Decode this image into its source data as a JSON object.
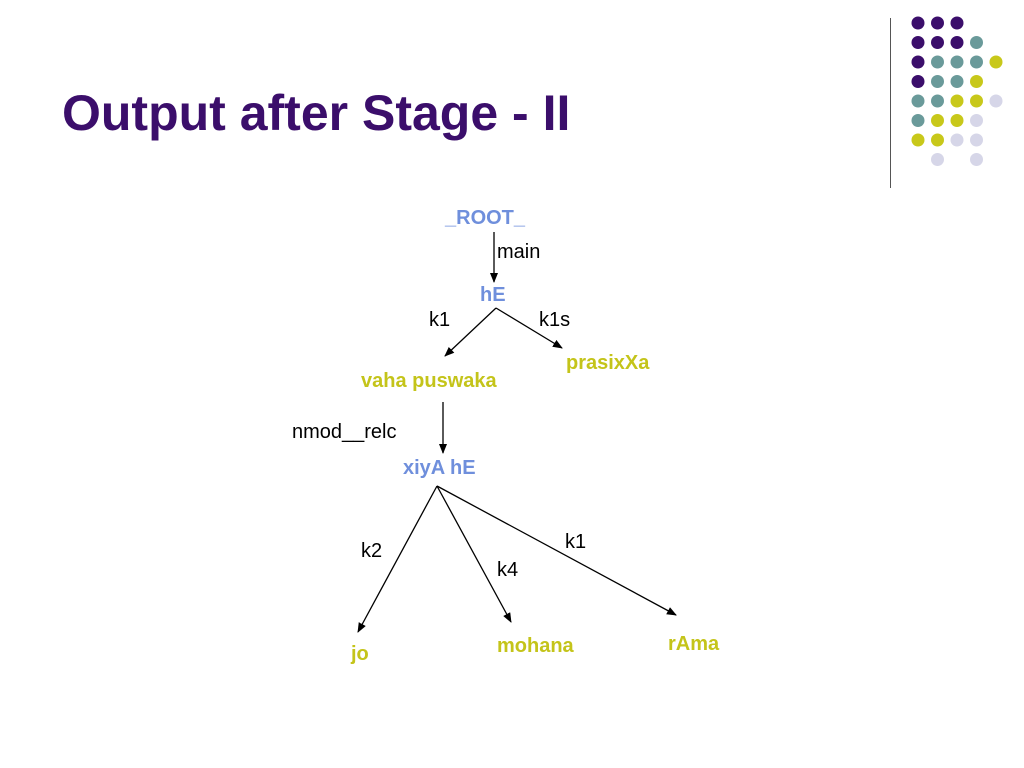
{
  "slide": {
    "title": "Output after Stage - II"
  },
  "colors": {
    "title": "#3b0e6b",
    "head_node": "#6f8fdc",
    "dependent_node": "#c4c41a",
    "edge": "#000000",
    "dot_purple": "#3b0e6b",
    "dot_teal": "#6a9a9a",
    "dot_yellow": "#c8c81a",
    "dot_lavender": "#d6d6e8"
  },
  "decoration": {
    "dot_rows": [
      [
        "purple",
        "purple",
        "purple",
        "none"
      ],
      [
        "purple",
        "purple",
        "purple",
        "teal"
      ],
      [
        "purple",
        "teal",
        "teal",
        "teal",
        "yellow"
      ],
      [
        "purple",
        "teal",
        "teal",
        "yellow"
      ],
      [
        "teal",
        "teal",
        "yellow",
        "yellow",
        "lavender"
      ],
      [
        "teal",
        "yellow",
        "yellow",
        "lavender"
      ],
      [
        "yellow",
        "yellow",
        "lavender",
        "lavender"
      ],
      [
        "none",
        "lavender",
        "none",
        "lavender"
      ]
    ]
  },
  "tree": {
    "nodes": {
      "root": {
        "label": "_ROOT_",
        "kind": "head"
      },
      "he": {
        "label": "hE",
        "kind": "head"
      },
      "vaha_puswaka": {
        "label": "vaha puswaka",
        "kind": "dependent"
      },
      "prasixxa": {
        "label": "prasixXa",
        "kind": "dependent"
      },
      "xiya_he": {
        "label": "xiyA hE",
        "kind": "head"
      },
      "jo": {
        "label": "jo",
        "kind": "dependent"
      },
      "mohana": {
        "label": "mohana",
        "kind": "dependent"
      },
      "rama": {
        "label": "rAma",
        "kind": "dependent"
      }
    },
    "edges": {
      "main": {
        "label": "main",
        "from": "root",
        "to": "he"
      },
      "k1_top": {
        "label": "k1",
        "from": "he",
        "to": "vaha_puswaka"
      },
      "k1s": {
        "label": "k1s",
        "from": "he",
        "to": "prasixxa"
      },
      "nmod_relc": {
        "label": "nmod__relc",
        "from": "vaha_puswaka",
        "to": "xiya_he"
      },
      "k2": {
        "label": "k2",
        "from": "xiya_he",
        "to": "jo"
      },
      "k4": {
        "label": "k4",
        "from": "xiya_he",
        "to": "mohana"
      },
      "k1_bottom": {
        "label": "k1",
        "from": "xiya_he",
        "to": "rama"
      }
    }
  }
}
